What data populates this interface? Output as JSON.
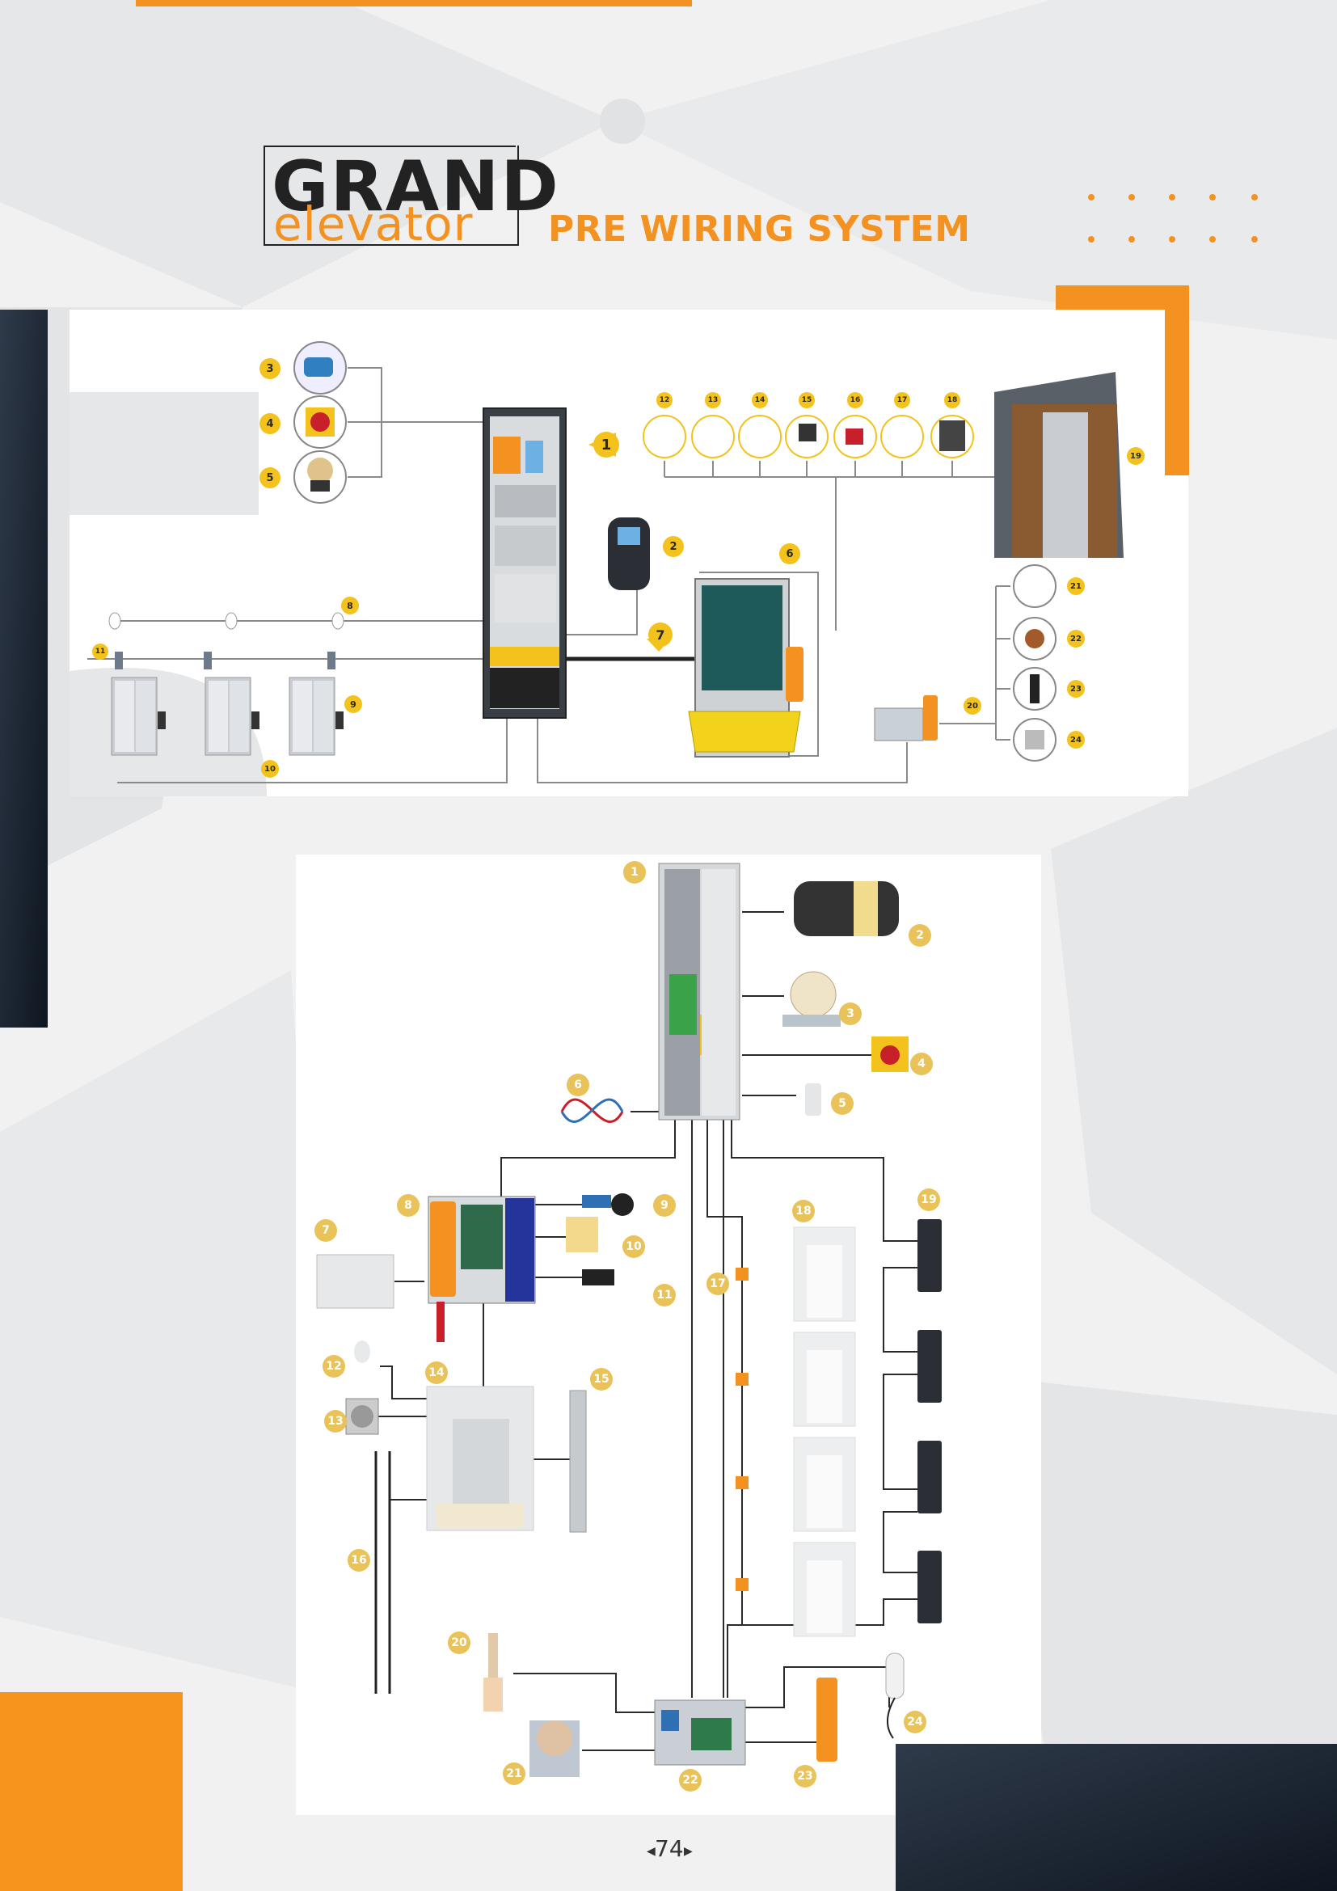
{
  "header": {
    "logo_grand": "GRAND",
    "logo_elevator": "elevator",
    "title": "PRE WIRING SYSTEM"
  },
  "top_diagram": {
    "badges": [
      "1",
      "2",
      "3",
      "4",
      "5",
      "6",
      "7",
      "8",
      "9",
      "10",
      "11",
      "12",
      "13",
      "14",
      "15",
      "16",
      "17",
      "18",
      "19",
      "20",
      "21",
      "22",
      "23",
      "24"
    ]
  },
  "bottom_diagram": {
    "badges": [
      "1",
      "2",
      "3",
      "4",
      "5",
      "6",
      "7",
      "8",
      "9",
      "10",
      "11",
      "12",
      "13",
      "14",
      "15",
      "16",
      "17",
      "18",
      "19",
      "20",
      "21",
      "22",
      "23",
      "24"
    ]
  },
  "footer": {
    "page_number": "74"
  },
  "colors": {
    "accent": "#f39220",
    "badge": "#f3c21c",
    "dark_panel": "#1f2733"
  }
}
